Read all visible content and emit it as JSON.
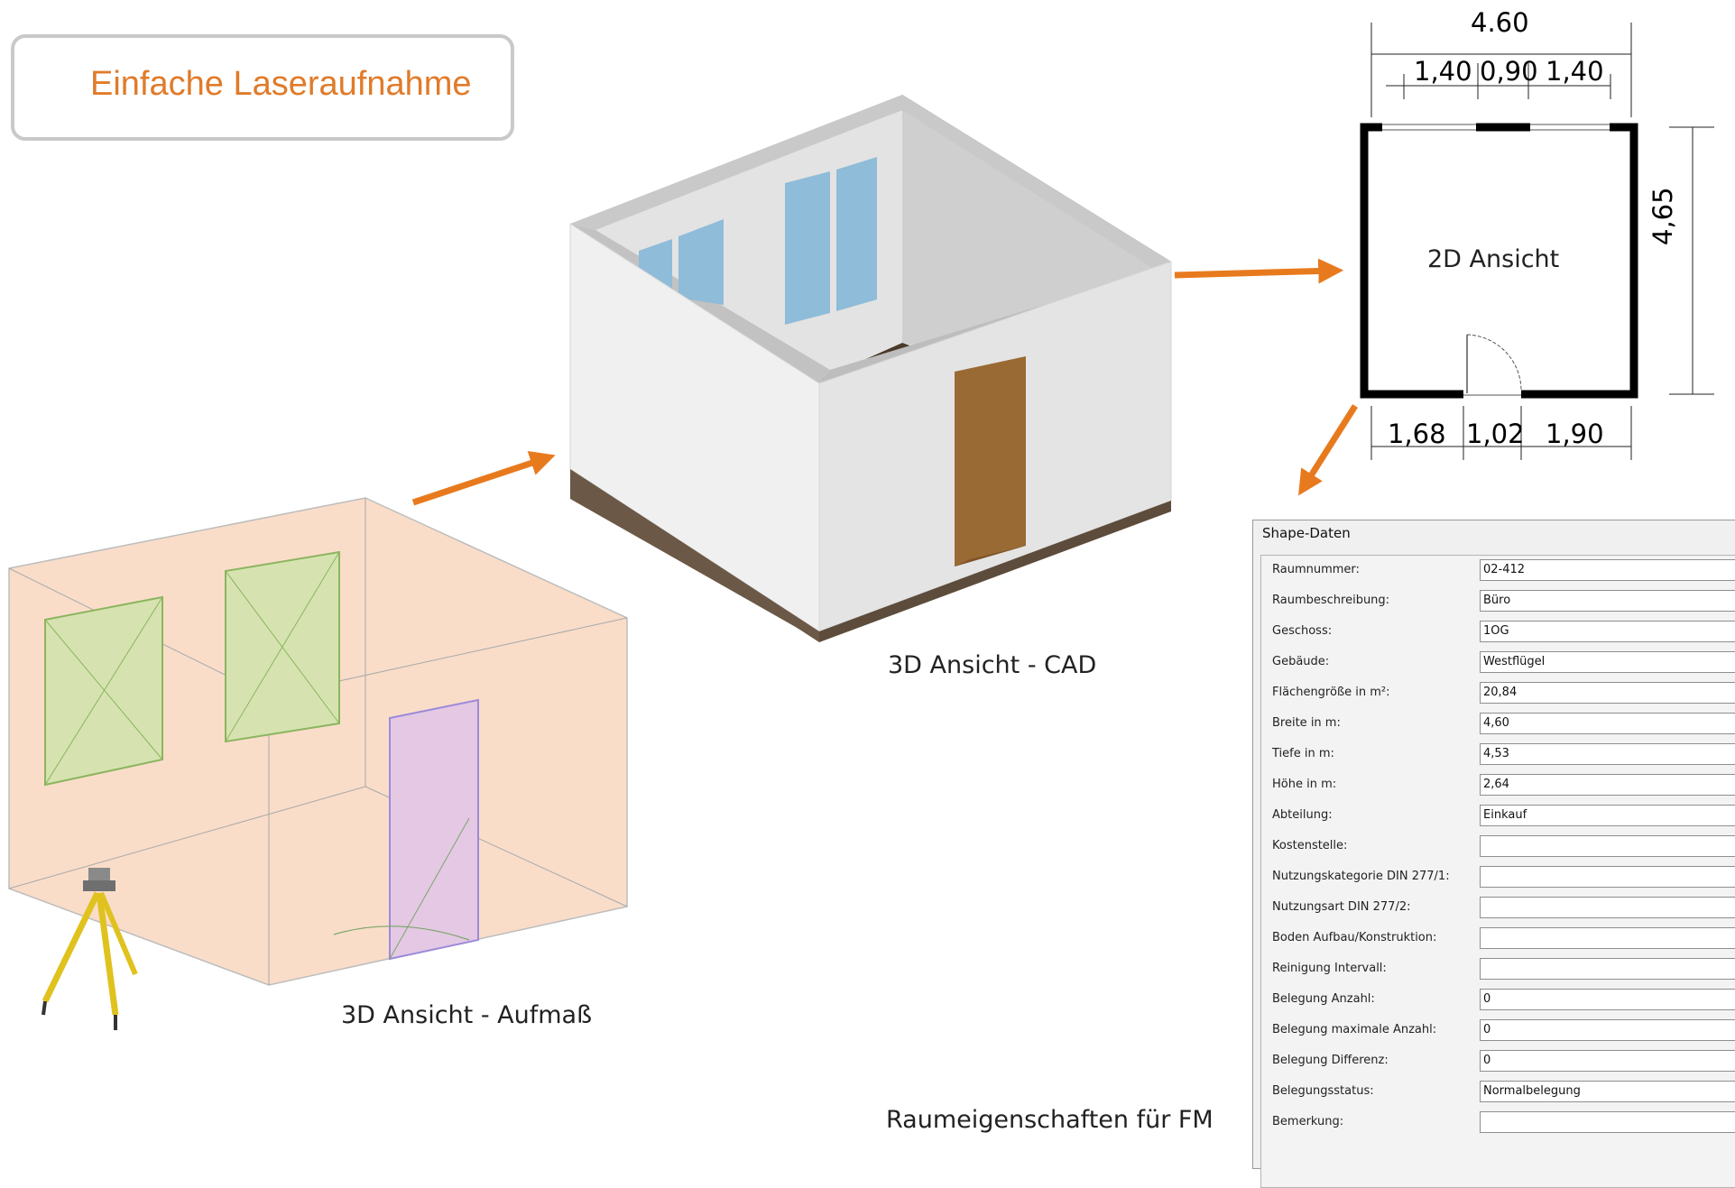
{
  "title": "Einfache Laseraufnahme",
  "captions": {
    "aufmass": "3D Ansicht - Aufmaß",
    "cad": "3D Ansicht - CAD",
    "ansicht2d": "2D Ansicht",
    "fm": "Raumeigenschaften für FM"
  },
  "plan": {
    "top_total": "4.60",
    "top_segments": [
      "1,40",
      "0,90",
      "1,40"
    ],
    "bottom_segments": [
      "1,68",
      "1,02",
      "1,90"
    ],
    "side": "4,65"
  },
  "shape_data": {
    "title": "Shape-Daten",
    "rows": [
      {
        "label": "Raumnummer:",
        "value": "02-412"
      },
      {
        "label": "Raumbeschreibung:",
        "value": "Büro"
      },
      {
        "label": "Geschoss:",
        "value": "1OG"
      },
      {
        "label": "Gebäude:",
        "value": "Westflügel"
      },
      {
        "label": "Flächengröße in m²:",
        "value": "20,84"
      },
      {
        "label": "Breite in m:",
        "value": "4,60"
      },
      {
        "label": "Tiefe in m:",
        "value": "4,53"
      },
      {
        "label": "Höhe in m:",
        "value": "2,64"
      },
      {
        "label": "Abteilung:",
        "value": "Einkauf"
      },
      {
        "label": "Kostenstelle:",
        "value": ""
      },
      {
        "label": "Nutzungskategorie DIN 277/1:",
        "value": ""
      },
      {
        "label": "Nutzungsart DIN 277/2:",
        "value": ""
      },
      {
        "label": "Boden Aufbau/Konstruktion:",
        "value": ""
      },
      {
        "label": "Reinigung Intervall:",
        "value": ""
      },
      {
        "label": "Belegung Anzahl:",
        "value": "0"
      },
      {
        "label": "Belegung maximale Anzahl:",
        "value": "0"
      },
      {
        "label": "Belegung Differenz:",
        "value": "0"
      },
      {
        "label": "Belegungsstatus:",
        "value": "Normalbelegung"
      },
      {
        "label": "Bemerkung:",
        "value": ""
      }
    ]
  },
  "colors": {
    "accent": "#e87a1e",
    "wall": "#e8e8e8",
    "window": "#8fbcd8",
    "door": "#9a6a34",
    "floor": "#6b5846",
    "scan_box": "#f9ddc9",
    "scan_window": "#d6e3b0",
    "scan_door": "#e4c8e4"
  }
}
